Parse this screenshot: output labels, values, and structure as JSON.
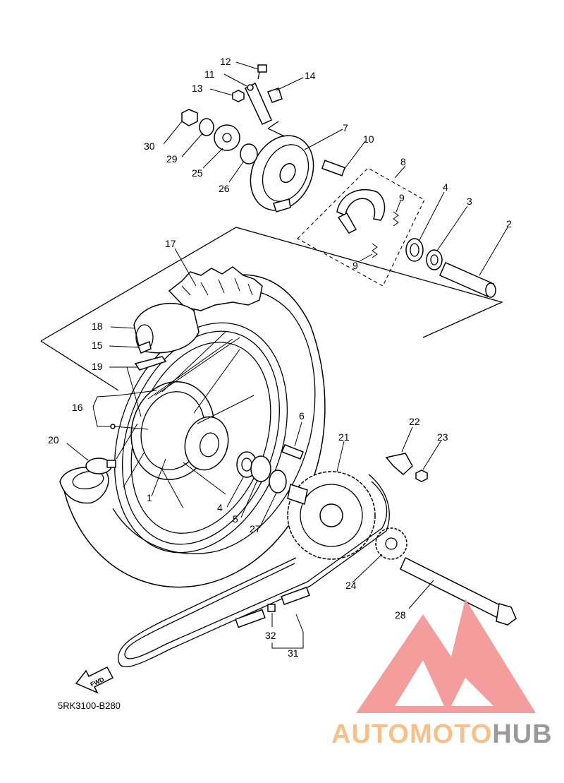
{
  "diagram_code": "5RK3100-B280",
  "fwd_label": "FWD",
  "watermark": {
    "text_orange": "AUTOMOTO",
    "text_gray": "HUB",
    "color_orange": "#f7c08a",
    "color_gray": "#9a9a9a",
    "logo_color": "#f28c8c"
  },
  "parts": [
    "1",
    "2",
    "3",
    "4",
    "5",
    "6",
    "7",
    "8",
    "9",
    "10",
    "11",
    "12",
    "13",
    "14",
    "15",
    "16",
    "17",
    "18",
    "19",
    "20",
    "21",
    "22",
    "23",
    "24",
    "25",
    "26",
    "27",
    "28",
    "29",
    "30",
    "31",
    "32"
  ]
}
